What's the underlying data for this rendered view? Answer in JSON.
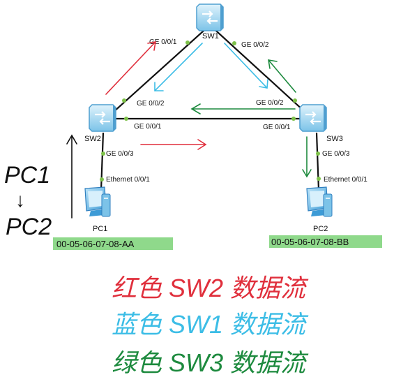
{
  "colors": {
    "red": "#e02f3c",
    "blue": "#3cbde6",
    "green": "#1d8a3e",
    "link": "#111111",
    "port_dot": "#7ec24a",
    "mac_bg": "#8fd98b",
    "switch_fill": "#a9dcf3",
    "switch_dark": "#4f9fd0"
  },
  "devices": {
    "sw1": {
      "label": "SW1",
      "icon": "switch-icon"
    },
    "sw2": {
      "label": "SW2",
      "icon": "switch-icon"
    },
    "sw3": {
      "label": "SW3",
      "icon": "switch-icon"
    },
    "pc1": {
      "label": "PC1",
      "icon": "pc-icon",
      "mac": "00-05-06-07-08-AA"
    },
    "pc2": {
      "label": "PC2",
      "icon": "pc-icon",
      "mac": "00-05-06-07-08-BB"
    }
  },
  "ports": {
    "sw1_ge001": "GE 0/0/1",
    "sw1_ge002": "GE 0/0/2",
    "sw2_ge002": "GE 0/0/2",
    "sw2_ge001": "GE 0/0/1",
    "sw2_ge003": "GE 0/0/3",
    "sw3_ge002": "GE 0/0/2",
    "sw3_ge001": "GE 0/0/1",
    "sw3_ge003": "GE 0/0/3",
    "pc1_eth": "Ethernet 0/0/1",
    "pc2_eth": "Ethernet 0/0/1"
  },
  "annotation": {
    "pc1": "PC1",
    "arrow": "↓",
    "pc2": "PC2"
  },
  "legend": {
    "red": "红色 SW2 数据流",
    "blue": "蓝色 SW1 数据流",
    "green": "绿色 SW3 数据流"
  }
}
